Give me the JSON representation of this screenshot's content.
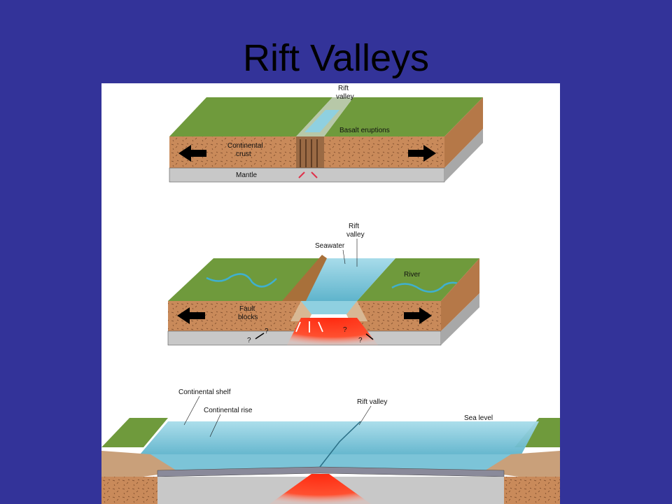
{
  "slide": {
    "title": "Rift Valleys",
    "colors": {
      "background": "#333399",
      "grass": "#6f9a3c",
      "crust": "#c98a5a",
      "mantle": "#c8c8c8",
      "magma": "#ff2a10",
      "water": "#8fd0e0",
      "arrow": "#000000"
    }
  },
  "diagram_1": {
    "labels": {
      "rift_valley": [
        "Rift",
        "valley"
      ],
      "basalt": "Basalt eruptions",
      "crust": [
        "Continental",
        "crust"
      ],
      "mantle": "Mantle"
    }
  },
  "diagram_2": {
    "labels": {
      "rift_valley": [
        "Rift",
        "valley"
      ],
      "seawater": "Seawater",
      "river": "River",
      "fault_blocks": [
        "Fault",
        "blocks"
      ],
      "question": "?"
    }
  },
  "diagram_3": {
    "labels": {
      "shelf": "Continental shelf",
      "rise": "Continental rise",
      "rift_valley": "Rift valley",
      "sea_level": "Sea level"
    }
  }
}
